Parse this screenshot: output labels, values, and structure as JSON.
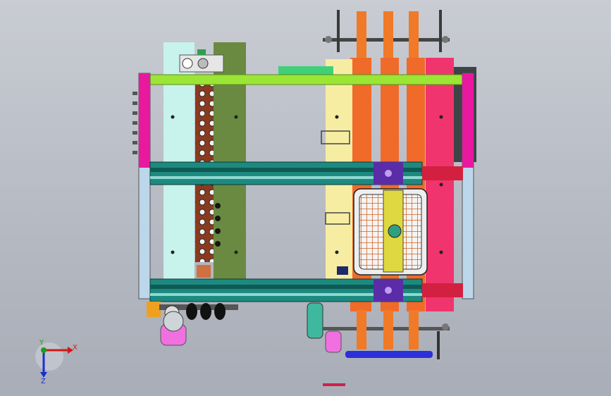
{
  "axis_triad": {
    "x_label": "X",
    "y_label": "Y",
    "z_label": "Z",
    "x_color": "#d01818",
    "y_color": "#1aa01a",
    "z_color": "#1a2fd0"
  },
  "colors": {
    "background_top": "#c9ccd3",
    "frame_magenta": "#e8199f",
    "crossbar_lime": "#9be534",
    "rail_teal": "#1d8a80",
    "panel_mint": "#c8f2ec",
    "panel_olive": "#6a8a42",
    "panel_cream": "#f6eda3",
    "belt_orange": "#f06a2a",
    "belt_pink": "#f0346e",
    "column_blue": "#bcd7ea",
    "carriage_purple": "#5a2ca8",
    "crate_orange": "#f08040",
    "roller_blue": "#2d2fd8"
  }
}
